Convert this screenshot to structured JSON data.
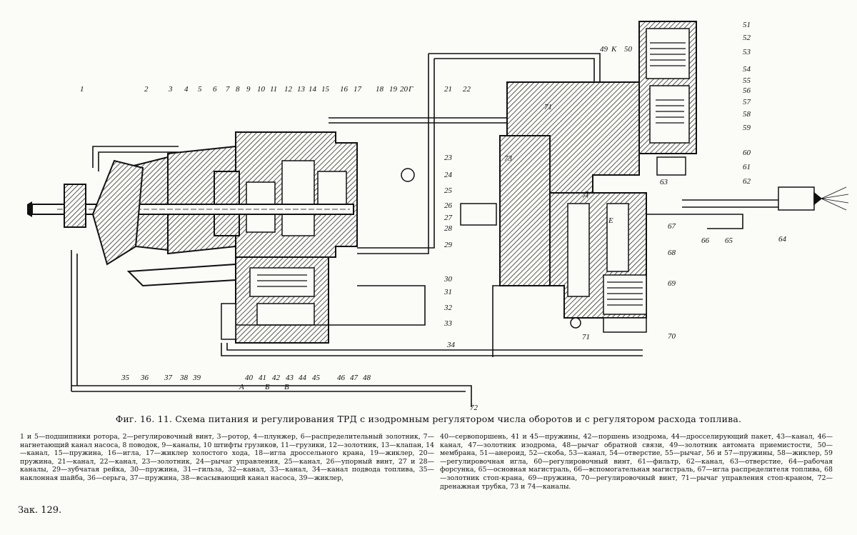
{
  "callouts": {
    "top": [
      "1",
      "2",
      "3",
      "4",
      "5",
      "6",
      "7",
      "8",
      "9",
      "10",
      "11",
      "12",
      "13",
      "14",
      "15",
      "16",
      "17",
      "18",
      "19",
      "20",
      "Г",
      "21",
      "22",
      "49",
      "К",
      "50",
      "51",
      "52",
      "53",
      "54",
      "55",
      "56",
      "57",
      "58",
      "59",
      "60",
      "61",
      "62"
    ],
    "right_side": [
      "23",
      "24",
      "25",
      "26",
      "27",
      "28",
      "29",
      "30",
      "31",
      "32",
      "33"
    ],
    "bottom": [
      "35",
      "36",
      "37",
      "38",
      "39",
      "40",
      "41",
      "42",
      "43",
      "44",
      "45",
      "46",
      "47",
      "48",
      "А",
      "Б",
      "В",
      "34",
      "72"
    ],
    "middle": [
      "71",
      "73",
      "63",
      "66",
      "65",
      "64",
      "67",
      "68",
      "69",
      "70",
      "71",
      "Д",
      "Е"
    ]
  },
  "caption": "Фиг. 16. 11. Схема питания и регулирования ТРД с изодромным регулятором числа оборотов и с регулятором расхода топлива.",
  "legend_left": "1 и 5—подшипники ротора, 2—регулировочный винт, 3—ротор, 4—плунжер, 6—распределительный золотник, 7—нагнетающий канал насоса, 8 поводок, 9—каналы, 10 штифты грузиков, 11—грузики, 12—золотник, 13—клапан, 14—канал, 15—пружина, 16—игла, 17—жиклер холостого хода, 18—игла дроссельного крана, 19—жиклер, 20—пружина, 21—канал, 22—канал, 23—золотник, 24—рычаг управления, 25—канал, 26—упорный винт, 27 и 28—каналы, 29—зубчатая рейка, 30—пружина, 31—гильза, 32—канал, 33—канал, 34—канал подвода топлива, 35—наклонная шайба, 36—серьга, 37—пружина, 38—всасывающий канал насоса, 39—жиклер,",
  "legend_right": "40—сервопоршень, 41 и 45—пружины, 42—поршень изодрома, 44—дросселирующий пакет, 43—канал, 46—канал, 47—золотник изодрома, 48—рычаг обратной связи, 49—золотник автомата приемистости, 50—мембрана, 51—анероид, 52—скоба, 53—канал, 54—отверстие, 55—рычаг, 56 и 57—пружины, 58—жиклер, 59—регулировочная игла, 60—регулировочный винт, 61—фильтр, 62—канал, 63—отверстие, 64—рабочая форсунка, 65—основная магистраль, 66—вспомогательная магистраль, 67—игла распределителя топлива, 68—золотник стоп-крана, 69—пружина, 70—регулировочный винт, 71—рычаг управления стоп-краном, 72—дренажная трубка, 73 и 74—каналы.",
  "footer": "Зак. 129."
}
